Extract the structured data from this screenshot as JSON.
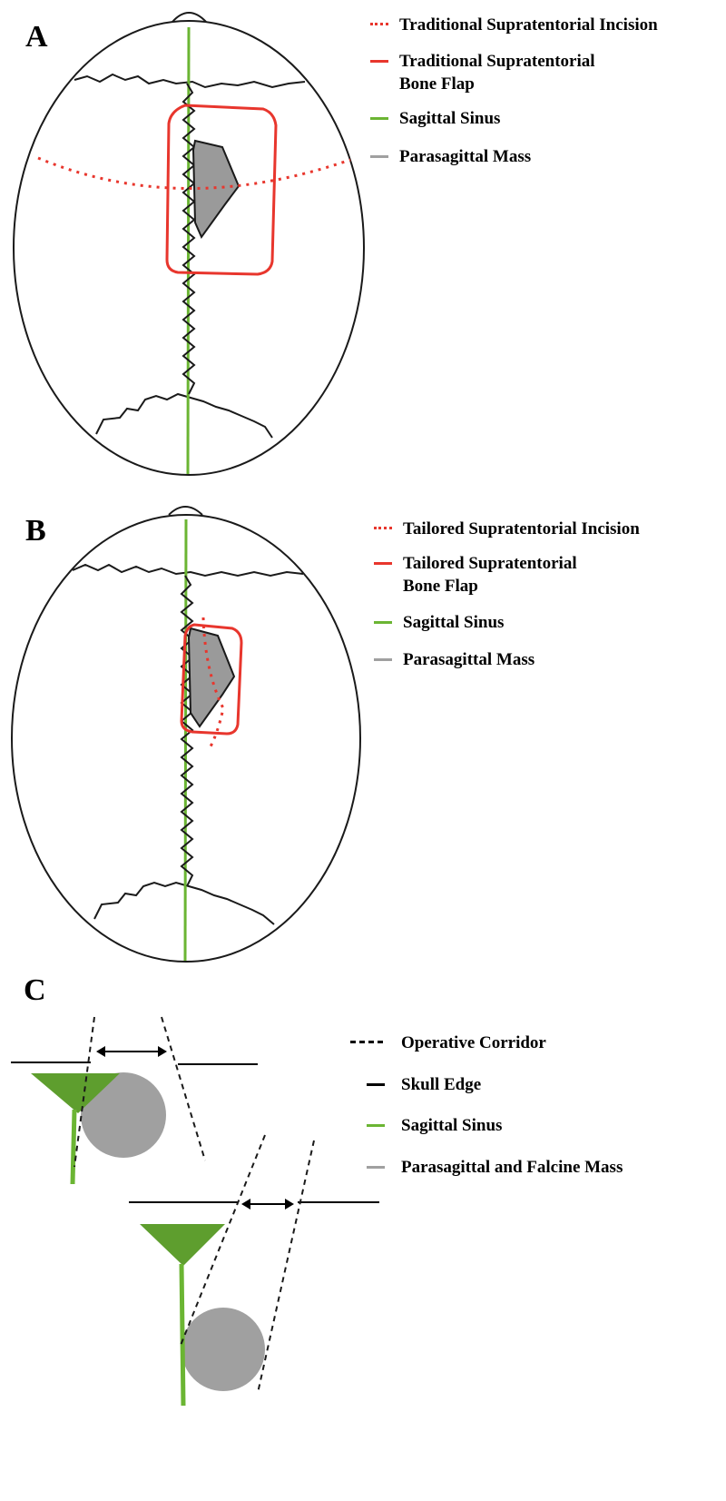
{
  "panels": {
    "a": {
      "letter": "A",
      "legend": [
        {
          "text": "Traditional Supratentorial Incision",
          "swatch": "red-dotted"
        },
        {
          "text": "Traditional Supratentorial",
          "text2": "Bone Flap",
          "swatch": "red-solid"
        },
        {
          "text": "Sagittal Sinus",
          "swatch": "green-solid"
        },
        {
          "text": "Parasagittal Mass",
          "swatch": "gray-solid"
        }
      ]
    },
    "b": {
      "letter": "B",
      "legend": [
        {
          "text": "Tailored Supratentorial Incision",
          "swatch": "red-dotted"
        },
        {
          "text": "Tailored Supratentorial",
          "text2": "Bone Flap",
          "swatch": "red-solid"
        },
        {
          "text": "Sagittal Sinus",
          "swatch": "green-solid"
        },
        {
          "text": "Parasagittal Mass",
          "swatch": "gray-solid"
        }
      ]
    },
    "c": {
      "letter": "C",
      "legend": [
        {
          "text": "Operative Corridor",
          "swatch": "black-dashed"
        },
        {
          "text": "Skull Edge",
          "swatch": "black-solid"
        },
        {
          "text": "Sagittal Sinus",
          "swatch": "green-solid"
        },
        {
          "text": "Parasagittal and Falcine Mass",
          "swatch": "gray-solid"
        }
      ]
    }
  },
  "colors": {
    "incision_red": "#e8362d",
    "sinus_green": "#6bb533",
    "sinus_green_dark": "#5e9e2e",
    "mass_gray": "#a0a0a0",
    "mass_gray_dark": "#9a9a9a",
    "outline": "#1a1a1a"
  }
}
